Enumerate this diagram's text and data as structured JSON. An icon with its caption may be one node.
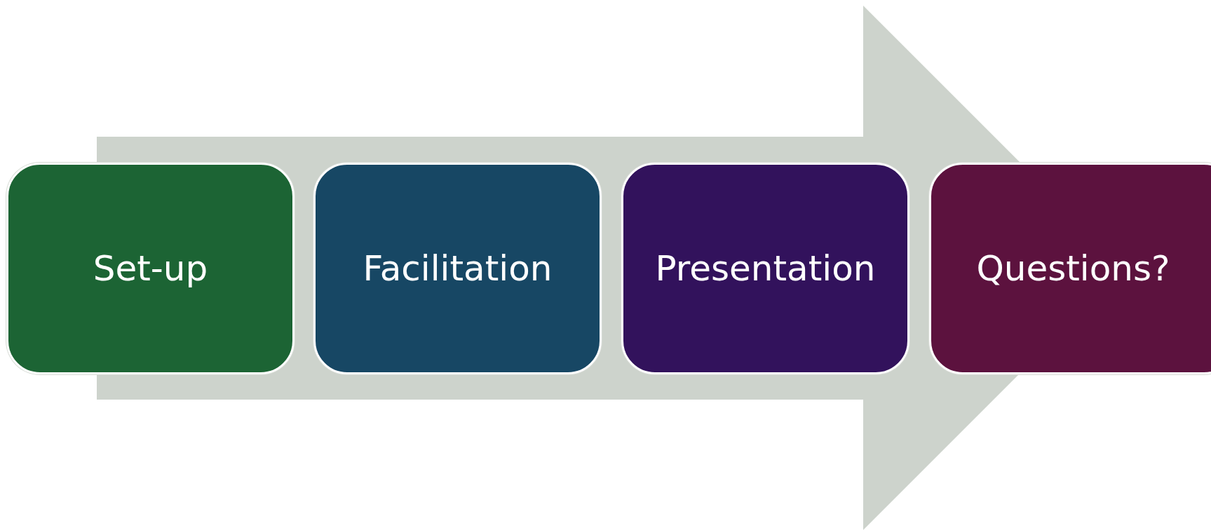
{
  "diagram": {
    "nodes": [
      {
        "text": [
          "Set-up"
        ]
      },
      {
        "text": [
          "Facilitation"
        ]
      },
      {
        "text": [
          "Presentation"
        ]
      },
      {
        "text": [
          "Questions?"
        ]
      }
    ],
    "edges": [
      {
        "from": 0,
        "to": 3,
        "arrow": "to"
      }
    ]
  }
}
